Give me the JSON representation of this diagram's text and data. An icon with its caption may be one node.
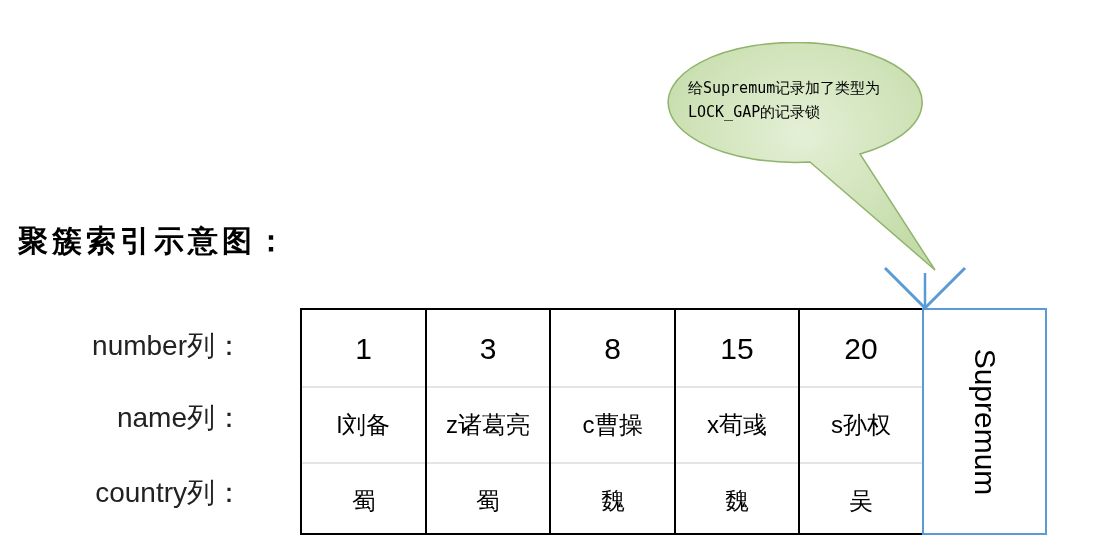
{
  "diagram": {
    "title": "聚簇索引示意图：",
    "nodes": [
      {
        "text": [
          "给Supremum记录加了类型为LOCK_GAP的记录锁"
        ]
      },
      {
        "text": [
          "1",
          "l刘备",
          "蜀"
        ]
      },
      {
        "text": [
          "3",
          "z诸葛亮",
          "蜀"
        ]
      },
      {
        "text": [
          "8",
          "c曹操",
          "魏"
        ]
      },
      {
        "text": [
          "15",
          "x荀彧",
          "魏"
        ]
      },
      {
        "text": [
          "20",
          "s孙权",
          "吴"
        ]
      },
      {
        "text": [
          "Supremum"
        ]
      }
    ],
    "edges": [
      {
        "from": 0,
        "to": 6,
        "arrow": "to",
        "color": "#5b9bd5"
      }
    ],
    "labels": [
      "number列：",
      "name列：",
      "country列："
    ]
  }
}
